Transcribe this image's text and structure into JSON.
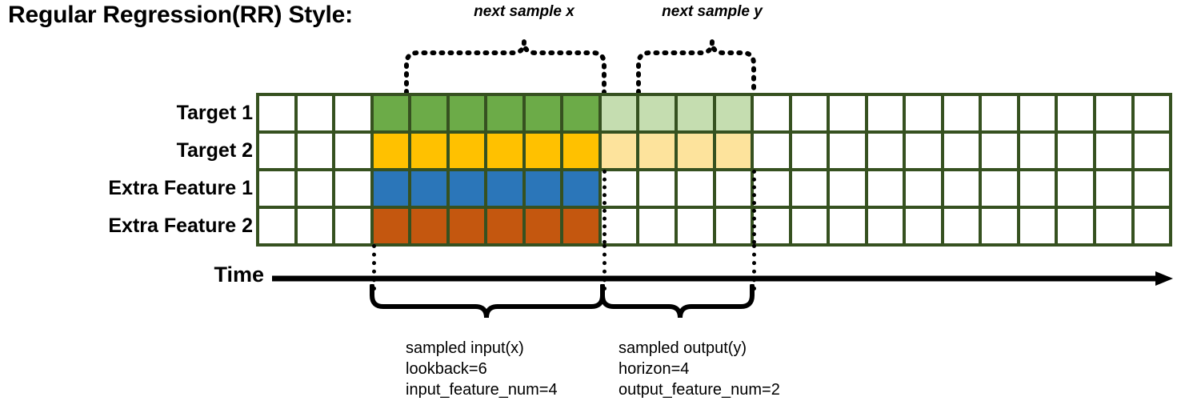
{
  "title": "Regular Regression(RR) Style:",
  "annotations": {
    "top": [
      {
        "id": "next-sample-x",
        "text": "next sample x"
      },
      {
        "id": "next-sample-y",
        "text": "next sample y"
      }
    ]
  },
  "rows": [
    {
      "label": "Target 1",
      "fill": "green"
    },
    {
      "label": "Target 2",
      "fill": "gold"
    },
    {
      "label": "Extra Feature 1",
      "fill": "blue"
    },
    {
      "label": "Extra Feature 2",
      "fill": "orange"
    }
  ],
  "grid": {
    "total_columns": 24,
    "leading_blank_columns": 3,
    "lookback_columns": 6,
    "horizon_columns": 4,
    "trailing_blank_columns": 11,
    "border_color": "#365120",
    "blank_color": "#ffffff",
    "row_fills": [
      {
        "solid": "#6cab48",
        "faded": "#c5ddb0",
        "horizon_filled": true
      },
      {
        "solid": "#ffc100",
        "faded": "#fde39c",
        "horizon_filled": true
      },
      {
        "solid": "#2b76b9",
        "faded": "#ffffff",
        "horizon_filled": false
      },
      {
        "solid": "#c4570f",
        "faded": "#ffffff",
        "horizon_filled": false
      }
    ]
  },
  "time_axis": {
    "label": "Time"
  },
  "captions": {
    "input": "sampled input(x)\nlookback=6\ninput_feature_num=4",
    "output": "sampled output(y)\nhorizon=4\noutput_feature_num=2"
  },
  "colors": {
    "grid_border": "#365120",
    "green": "#6cab48",
    "green_light": "#c5ddb0",
    "gold": "#ffc100",
    "gold_light": "#fde39c",
    "blue": "#2b76b9",
    "orange": "#c4570f",
    "ink": "#000000"
  }
}
